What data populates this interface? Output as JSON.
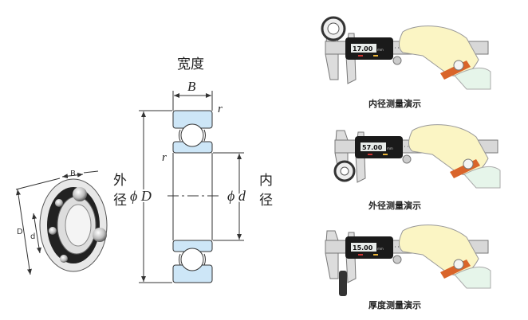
{
  "main_diagram": {
    "width_label": "宽度",
    "width_symbol": "B",
    "radius_symbol": "r",
    "outer_label_1": "外",
    "outer_label_2": "径",
    "outer_symbol": "ϕ D",
    "inner_label_1": "内",
    "inner_label_2": "径",
    "inner_symbol": "ϕ d",
    "ring_color": "#cde6f7"
  },
  "photo_bearing": {
    "B": "B",
    "D": "D",
    "d": "d"
  },
  "demos": [
    {
      "reading": "17.00",
      "unit": "mm",
      "caption": "内径测量演示"
    },
    {
      "reading": "57.00",
      "unit": "mm",
      "caption": "外径测量演示"
    },
    {
      "reading": "15.00",
      "unit": "mm",
      "caption": "厚度测量演示"
    }
  ],
  "colors": {
    "hand": "#fbf5c4",
    "strap": "#d9642a",
    "beam": "#d8d8d8",
    "display": "#1a1a1a"
  }
}
